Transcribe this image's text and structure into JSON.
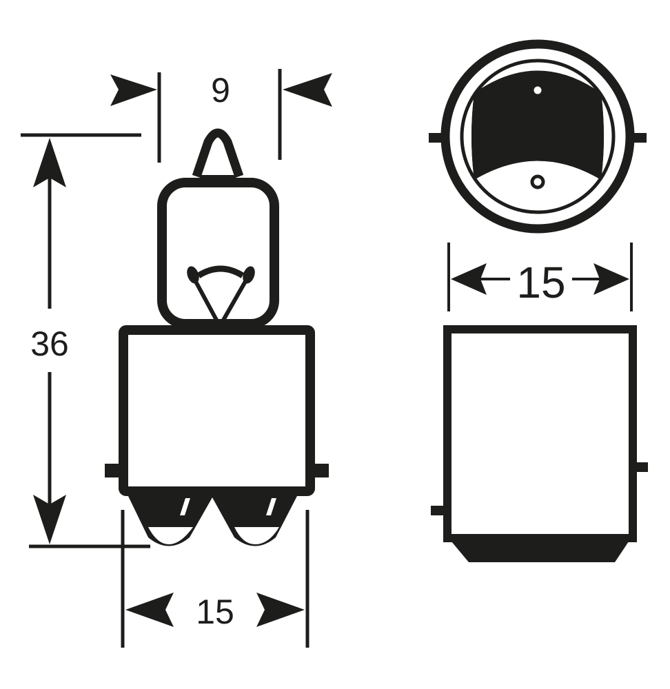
{
  "diagram": {
    "ink_color": "#1d1d1b",
    "dimensions": {
      "bulb_width": "9",
      "overall_height": "36",
      "base_width_side": "15",
      "base_width_end": "15"
    }
  }
}
